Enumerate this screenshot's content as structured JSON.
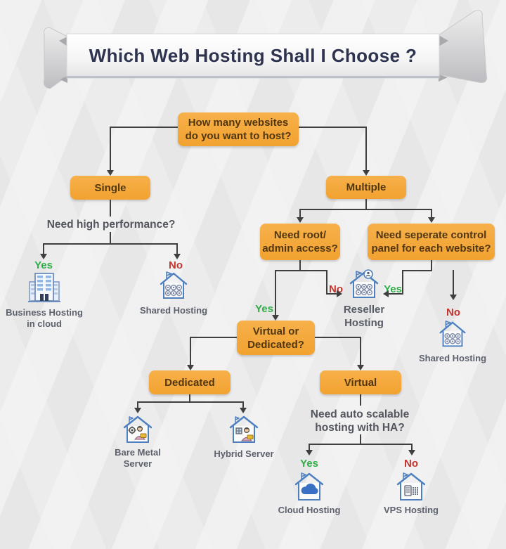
{
  "title": "Which Web Hosting Shall I Choose ?",
  "labels": {
    "yes": "Yes",
    "no": "No"
  },
  "nodes": {
    "q_websites": {
      "line1": "How many websites",
      "line2": "do you want to host?"
    },
    "single": "Single",
    "multiple": "Multiple",
    "q_performance": "Need high performance?",
    "q_root": {
      "line1": "Need root/",
      "line2": "admin access?"
    },
    "q_panel": {
      "line1": "Need seperate control",
      "line2": "panel for each website?"
    },
    "q_virtual_dedicated": {
      "line1": "Virtual or",
      "line2": "Dedicated?"
    },
    "dedicated": "Dedicated",
    "virtual": "Virtual",
    "q_ha": {
      "line1": "Need auto scalable",
      "line2": "hosting with HA?"
    }
  },
  "leaves": {
    "business": {
      "line1": "Business Hosting",
      "line2": "in cloud"
    },
    "shared_left": "Shared Hosting",
    "reseller": {
      "line1": "Reseller",
      "line2": "Hosting"
    },
    "shared_right": "Shared Hosting",
    "bare_metal": {
      "line1": "Bare Metal",
      "line2": "Server"
    },
    "hybrid": "Hybrid Server",
    "cloud": "Cloud Hosting",
    "vps": "VPS Hosting"
  },
  "colors": {
    "background": "#ECECEC",
    "box_orange": "#F5A83B",
    "box_text": "#503711",
    "connector": "#3F3F3F",
    "yes_green": "#2FAE47",
    "no_red": "#C2342C",
    "title_navy": "#2E3450",
    "icon_blue": "#4E80C0",
    "label_gray": "#5C616C"
  }
}
